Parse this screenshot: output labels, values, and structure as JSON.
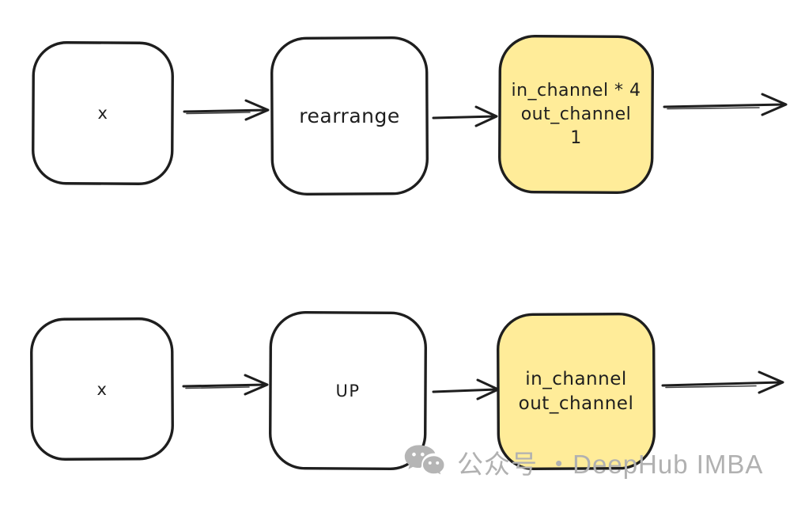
{
  "colors": {
    "stroke": "#1e1e1e",
    "yellow_fill": "#ffec99",
    "white_fill": "#ffffff",
    "watermark_gray": "#b1b1b1"
  },
  "row1": {
    "box1_label": "x",
    "box2_label": "rearrange",
    "box3_lines": [
      "in_channel * 4",
      "out_channel",
      "1"
    ]
  },
  "row2": {
    "box1_label": "x",
    "box2_label": "UP",
    "box3_lines": [
      "in_channel",
      "out_channel"
    ]
  },
  "watermark": {
    "icon": "wechat-icon",
    "text": "公众号 ・DeepHub IMBA"
  }
}
